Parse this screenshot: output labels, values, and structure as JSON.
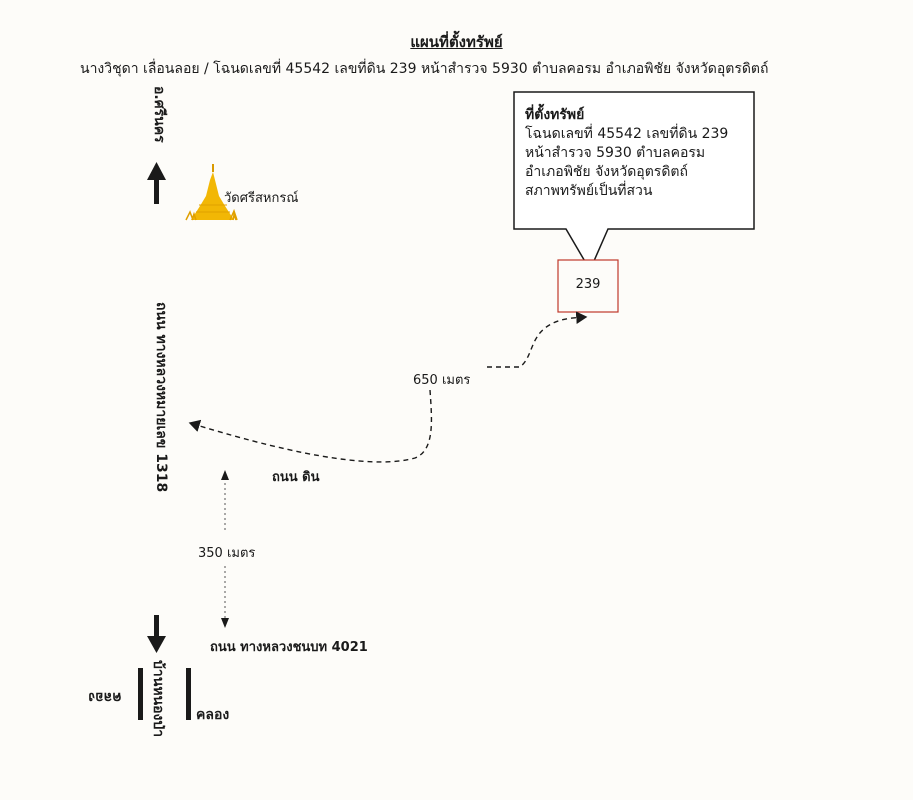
{
  "map": {
    "title": "แผนที่ตั้งทรัพย์",
    "subtitle": "นางวิชุดา  เลื่อนลอย / โฉนดเลขที่ 45542  เลขที่ดิน 239  หน้าสำรวจ  5930  ตำบลคอรม  อำเภอพิชัย  จังหวัดอุตรดิตถ์",
    "directions": {
      "north_label": "อ.ศรีนคร",
      "south_label": "บ้านหนองป่า"
    },
    "road_main": "ถนน  ทางหลวงหมายเลข 1318",
    "road_dirt": "ถนน  ดิน",
    "road_rural": "ถนน ทางหลวงชนบท 4021",
    "temple": "วัดศรีสหกรณ์",
    "canal_label": "คลอง",
    "canal_label_mirrored": "คลอง",
    "distance_dirt": "650 เมตร",
    "distance_rural": "350 เมตร",
    "parcel_label": "239",
    "callout": {
      "heading": "ที่ตั้งทรัพย์",
      "lines": [
        "โฉนดเลขที่ 45542  เลขที่ดิน 239",
        "หน้าสำรวจ  5930  ตำบลคอรม",
        "อำเภอพิชัย  จังหวัดอุตรดิตถ์",
        "สภาพทรัพย์เป็นที่สวน"
      ]
    },
    "colors": {
      "ink": "#1a1a1a",
      "parcel_border": "#c0392b",
      "temple_gold": "#f2b705"
    }
  }
}
